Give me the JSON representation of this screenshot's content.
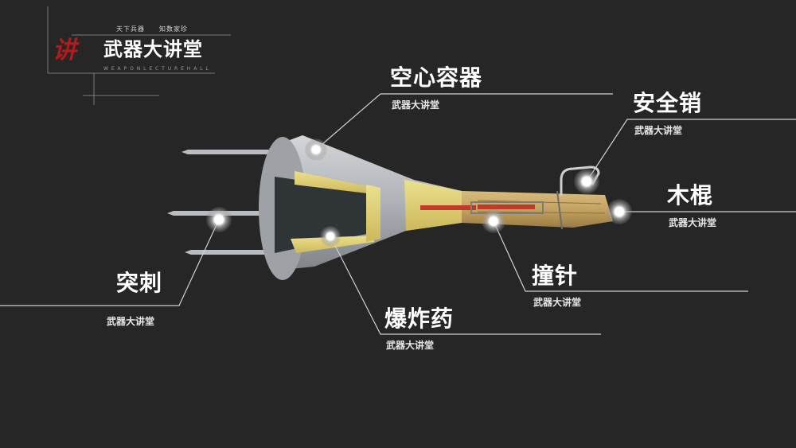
{
  "logo": {
    "title": "武器大讲堂",
    "mark": "讲",
    "tag_left": "天下兵器",
    "tag_right": "知数家珍",
    "small_text": "W E A P O N  L E C T U R E  H A L L"
  },
  "callouts": {
    "hollow_container": {
      "title": "空心容器",
      "subtitle": "武器大讲堂"
    },
    "safety_pin": {
      "title": "安全销",
      "subtitle": "武器大讲堂"
    },
    "wooden_stick": {
      "title": "木棍",
      "subtitle": "武器大讲堂"
    },
    "spike": {
      "title": "突刺",
      "subtitle": "武器大讲堂"
    },
    "explosive": {
      "title": "爆炸药",
      "subtitle": "武器大讲堂"
    },
    "striker": {
      "title": "撞针",
      "subtitle": "武器大讲堂"
    }
  },
  "colors": {
    "background": "#262626",
    "metal": "#b5b8bc",
    "explosive_yellow": "#e2d27a",
    "wood": "#c8a968",
    "striker_red": "#c0392b"
  }
}
